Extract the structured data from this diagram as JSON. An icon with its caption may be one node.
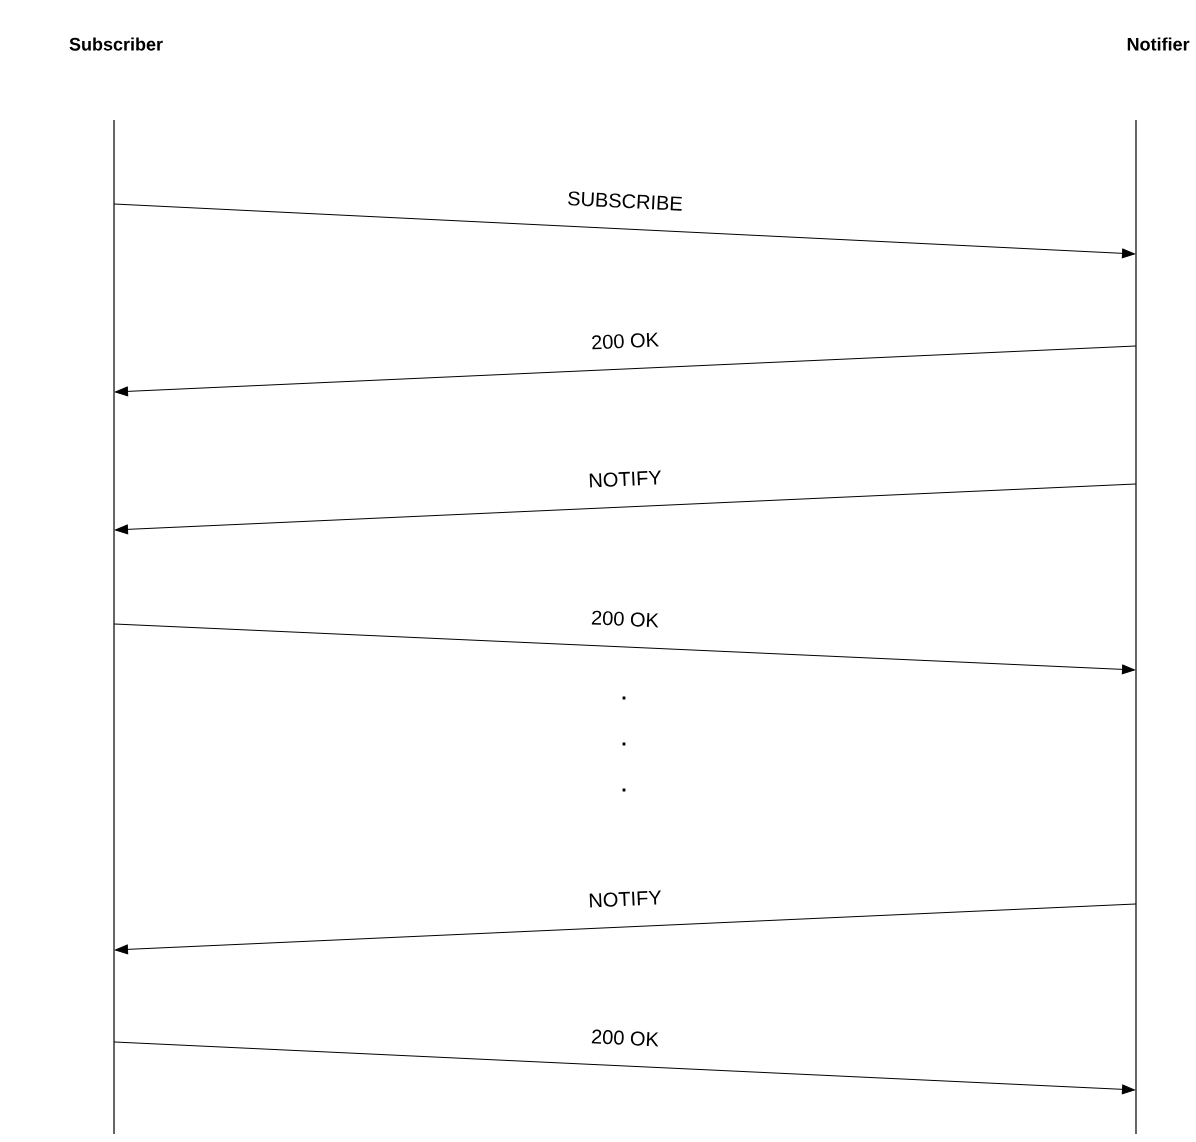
{
  "diagram": {
    "nodes": [
      {
        "text": [
          "Subscriber"
        ]
      },
      {
        "text": [
          "Notifier"
        ]
      }
    ],
    "edges": [
      {
        "from": 0,
        "to": 1,
        "arrow": "to",
        "label": "SUBSCRIBE"
      },
      {
        "from": 1,
        "to": 0,
        "arrow": "to",
        "label": "200 OK"
      },
      {
        "from": 1,
        "to": 0,
        "arrow": "to",
        "label": "NOTIFY"
      },
      {
        "from": 0,
        "to": 1,
        "arrow": "to",
        "label": "200 OK"
      },
      {
        "from": 1,
        "to": 0,
        "arrow": "to",
        "label": "NOTIFY"
      },
      {
        "from": 0,
        "to": 1,
        "arrow": "to",
        "label": "200 OK"
      }
    ],
    "labels": [
      ".",
      ".",
      "."
    ]
  }
}
